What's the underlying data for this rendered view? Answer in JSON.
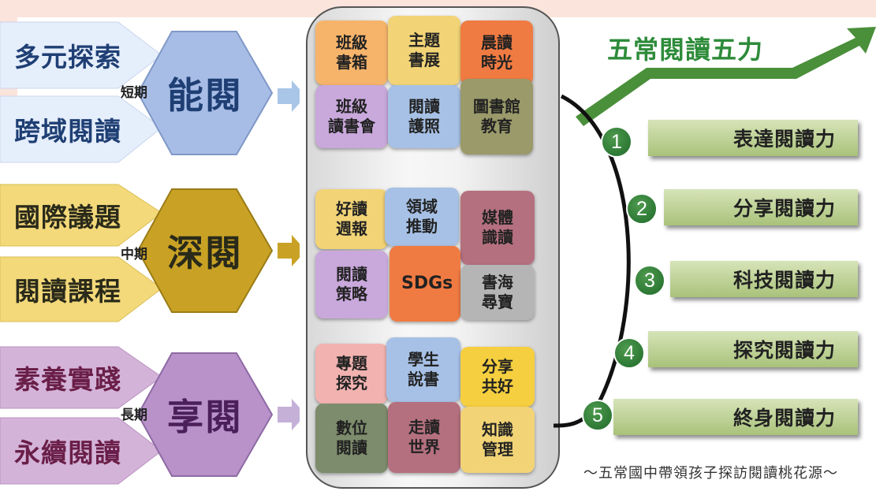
{
  "rows": [
    {
      "top_label": "多元探索",
      "bottom_label": "跨域閱讀",
      "term": "短期",
      "hex": "能閱",
      "top_color": "#e5eefb",
      "text_color": "#1f3f74",
      "hex_color": "#a8bde6",
      "chev": "#a9c6e8"
    },
    {
      "top_label": "國際議題",
      "bottom_label": "閱讀課程",
      "term": "中期",
      "hex": "深閱",
      "top_color": "#f3d97a",
      "text_color": "#2a2a1a",
      "hex_color": "#c9a225",
      "chev": "#c9a225"
    },
    {
      "top_label": "素養實踐",
      "bottom_label": "永續閱讀",
      "term": "長期",
      "hex": "享閱",
      "top_color": "#d4b3d9",
      "text_color": "#6a1f48",
      "hex_color": "#b892c9",
      "chev": "#c5b0d8"
    }
  ],
  "puzzle": {
    "group1": [
      "班級\n書箱",
      "主題\n書展",
      "晨讀\n時光",
      "班級\n讀書會",
      "閱讀\n護照",
      "圖書館\n教育"
    ],
    "group2": [
      "好讀\n週報",
      "領域\n推動",
      "媒體\n識讀",
      "閱讀\n策略",
      "SDGs",
      "書海\n尋寶"
    ],
    "group3": [
      "專題\n探究",
      "學生\n說書",
      "分享\n共好",
      "數位\n閱讀",
      "走讀\n世界",
      "知識\n管理"
    ]
  },
  "title": "五常閱讀五力",
  "powers": [
    {
      "num": "1",
      "label": "表達閱讀力"
    },
    {
      "num": "2",
      "label": "分享閱讀力"
    },
    {
      "num": "3",
      "label": "科技閱讀力"
    },
    {
      "num": "4",
      "label": "探究閱讀力"
    },
    {
      "num": "5",
      "label": "終身閱讀力"
    }
  ],
  "footnote": "～五常國中帶領孩子探訪閱讀桃花源～"
}
